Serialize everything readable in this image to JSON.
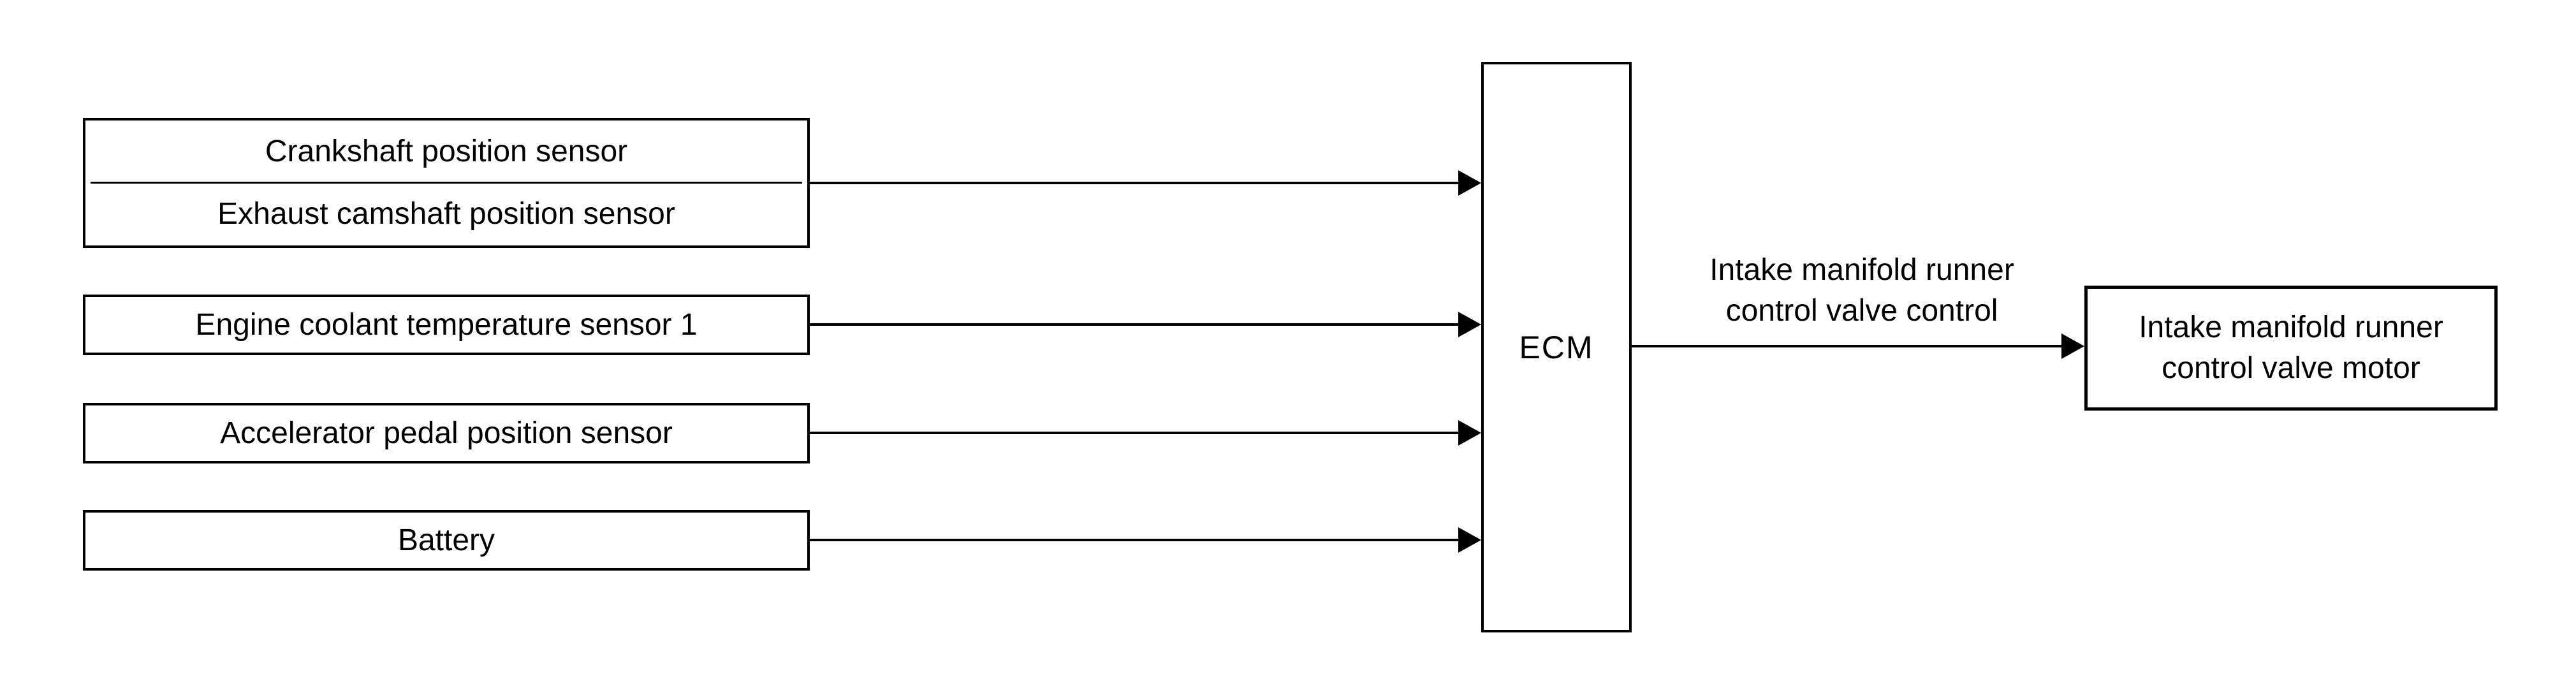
{
  "boxes": {
    "crankshaft": "Crankshaft position sensor",
    "exhaust_camshaft": "Exhaust camshaft position sensor",
    "engine_coolant": "Engine coolant temperature sensor 1",
    "accelerator_pedal": "Accelerator pedal position sensor",
    "battery": "Battery",
    "ecm": "ECM",
    "output_motor_line1": "Intake manifold runner",
    "output_motor_line2": "control valve motor"
  },
  "labels": {
    "output_signal_line1": "Intake manifold runner",
    "output_signal_line2": "control valve control"
  },
  "connections": [
    {
      "from": "Crankshaft position sensor / Exhaust camshaft position sensor",
      "to": "ECM"
    },
    {
      "from": "Engine coolant temperature sensor 1",
      "to": "ECM"
    },
    {
      "from": "Accelerator pedal position sensor",
      "to": "ECM"
    },
    {
      "from": "Battery",
      "to": "ECM"
    },
    {
      "from": "ECM",
      "to": "Intake manifold runner control valve motor",
      "signal": "Intake manifold runner control valve control"
    }
  ],
  "colors": {
    "line": "#000000",
    "background": "#ffffff"
  }
}
